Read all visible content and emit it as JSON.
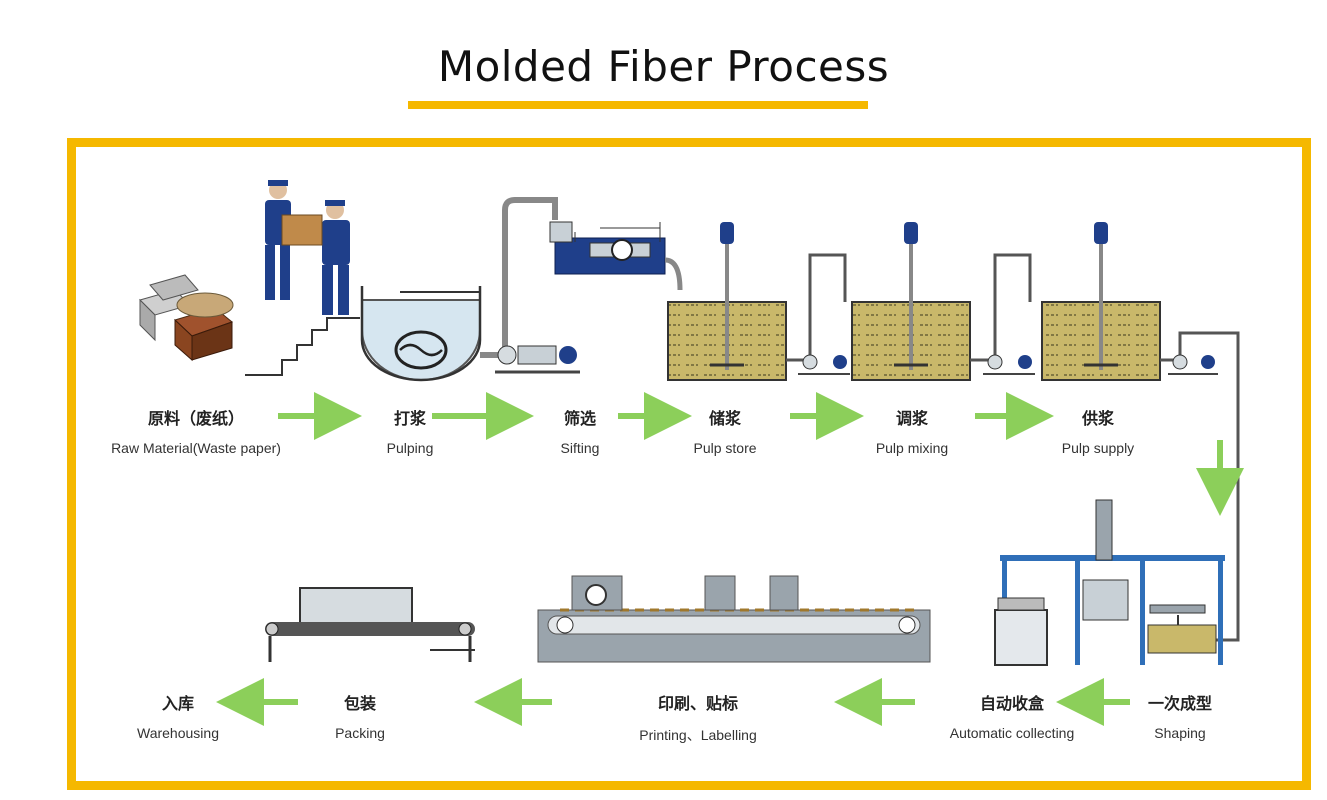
{
  "title": "Molded Fiber Process",
  "colors": {
    "accent": "#f5b800",
    "arrow": "#8ccf5a",
    "pulp": "#c9b86a",
    "machine": "#1f3f8a",
    "steel": "#9aa4ac"
  },
  "steps": [
    {
      "cn": "原料（废纸）",
      "en": "Raw Material(Waste paper)"
    },
    {
      "cn": "打浆",
      "en": "Pulping"
    },
    {
      "cn": "筛选",
      "en": "Sifting"
    },
    {
      "cn": "储浆",
      "en": "Pulp store"
    },
    {
      "cn": "调浆",
      "en": "Pulp mixing"
    },
    {
      "cn": "供浆",
      "en": "Pulp supply"
    },
    {
      "cn": "一次成型",
      "en": "Shaping"
    },
    {
      "cn": "自动收盒",
      "en": "Automatic collecting"
    },
    {
      "cn": "印刷、贴标",
      "en": "Printing、Labelling"
    },
    {
      "cn": "包装",
      "en": "Packing"
    },
    {
      "cn": "入库",
      "en": "Warehousing"
    }
  ]
}
